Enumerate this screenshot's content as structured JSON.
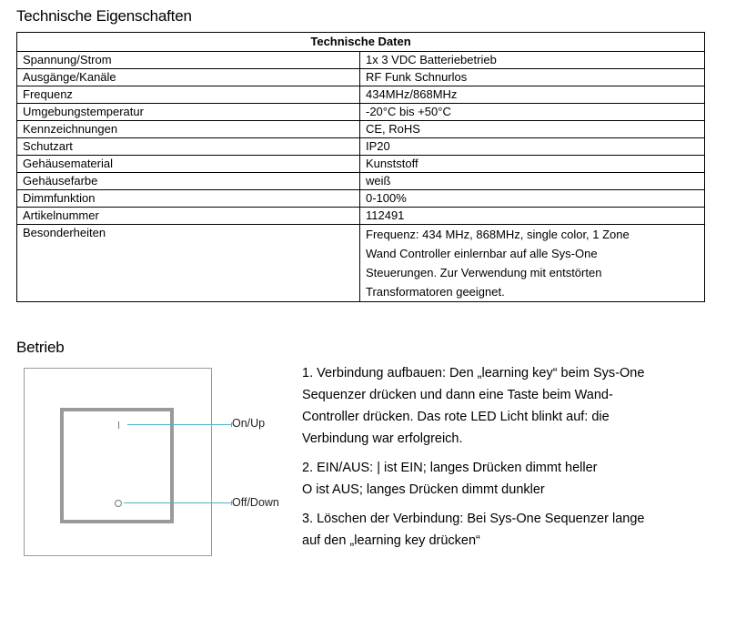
{
  "section_title": "Technische Eigenschaften",
  "table": {
    "header": "Technische Daten",
    "rows": [
      {
        "label": "Spannung/Strom",
        "value": "1x 3 VDC Batteriebetrieb"
      },
      {
        "label": "Ausgänge/Kanäle",
        "value": "RF Funk Schnurlos"
      },
      {
        "label": "Frequenz",
        "value": "434MHz/868MHz"
      },
      {
        "label": "Umgebungstemperatur",
        "value": "-20°C bis +50°C"
      },
      {
        "label": "Kennzeichnungen",
        "value": "CE, RoHS"
      },
      {
        "label": "Schutzart",
        "value": "IP20"
      },
      {
        "label": "Gehäusematerial",
        "value": "Kunststoff"
      },
      {
        "label": "Gehäusefarbe",
        "value": "weiß"
      },
      {
        "label": "Dimmfunktion",
        "value": "0-100%"
      },
      {
        "label": "Artikelnummer",
        "value": "112491"
      }
    ],
    "special": {
      "label": "Besonderheiten",
      "lines": [
        "Frequenz: 434 MHz, 868MHz, single color, 1 Zone",
        "Wand Controller einlernbar auf alle Sys-One",
        "Steuerungen. Zur Verwendung mit entstörten",
        "Transformatoren geeignet."
      ]
    }
  },
  "operation_title": "Betrieb",
  "diagram": {
    "on_mark": "I",
    "off_mark": "O",
    "on_label": "On/Up",
    "off_label": "Off/Down",
    "lead_color": "#4fb3c9",
    "frame_color": "#9a9a9a"
  },
  "steps": [
    {
      "lines": [
        "1. Verbindung aufbauen: Den „learning key“ beim Sys-One",
        "Sequenzer drücken und dann eine Taste beim Wand-",
        "Controller drücken. Das rote LED Licht blinkt auf: die",
        "Verbindung war erfolgreich."
      ]
    },
    {
      "lines": [
        "2. EIN/AUS: | ist EIN; langes Drücken dimmt heller",
        "O ist AUS; langes Drücken dimmt dunkler"
      ]
    },
    {
      "lines": [
        "3. Löschen der Verbindung: Bei Sys-One Sequenzer lange",
        "auf den „learning key drücken“"
      ]
    }
  ]
}
